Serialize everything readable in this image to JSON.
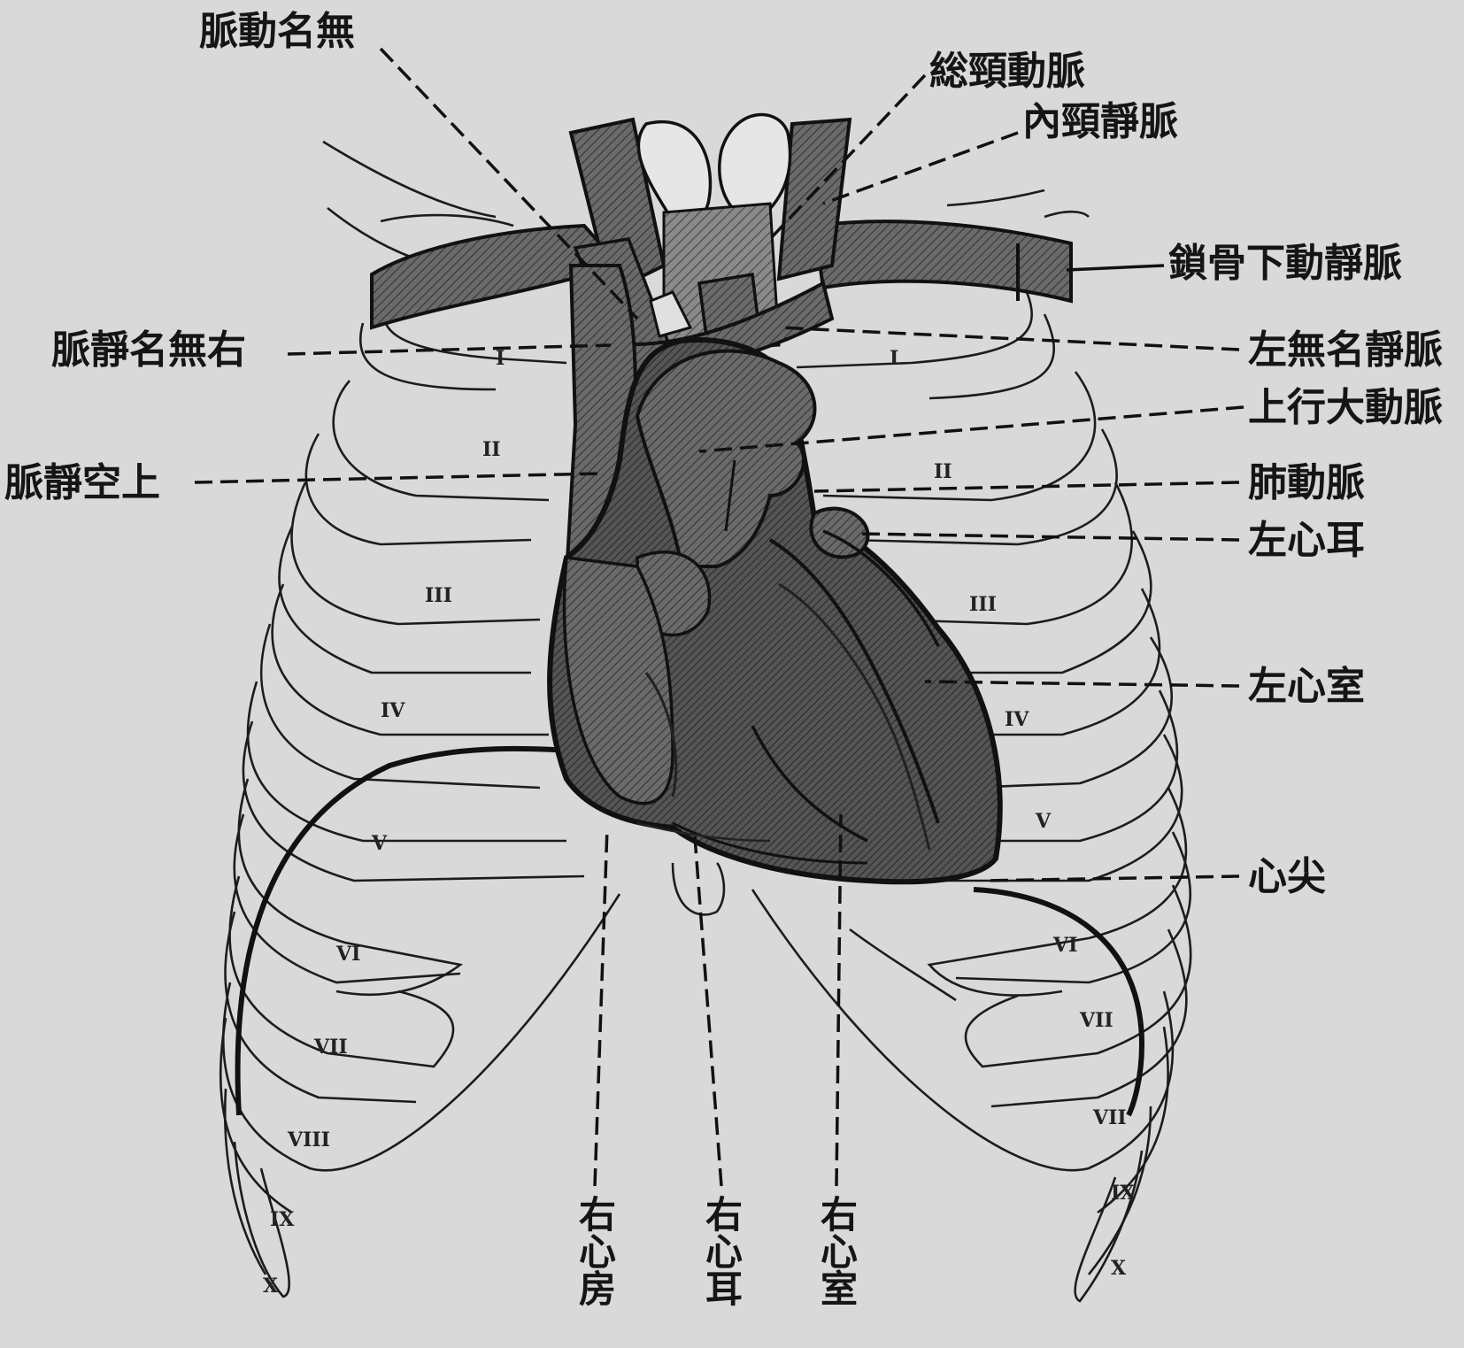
{
  "labels": {
    "innominate_artery": "脈動名無",
    "common_carotid": "総頸動脈",
    "internal_jugular": "內頸靜脈",
    "subclavian": "鎖骨下動靜脈",
    "right_innominate_vein": "脈靜名無右",
    "left_innominate_vein": "左無名靜脈",
    "ascending_aorta": "上行大動脈",
    "superior_vena_cava": "脈靜空上",
    "pulmonary_artery": "肺動脈",
    "left_auricle": "左心耳",
    "left_ventricle": "左心室",
    "apex": "心尖",
    "right_atrium": "右心房",
    "right_auricle": "右心耳",
    "right_ventricle": "右心室"
  },
  "rib_numerals_right": [
    "I",
    "II",
    "III",
    "IV",
    "V",
    "VI",
    "VII",
    "VIII",
    "IX",
    "X"
  ],
  "rib_numerals_left": [
    "I",
    "II",
    "III",
    "IV",
    "V",
    "VI",
    "VII",
    "VII",
    "IX",
    "X"
  ],
  "colors": {
    "background": "#d9d9d9",
    "ink": "#151515",
    "heart": "#5e5e5e",
    "vessels": "#6f6f6f"
  }
}
